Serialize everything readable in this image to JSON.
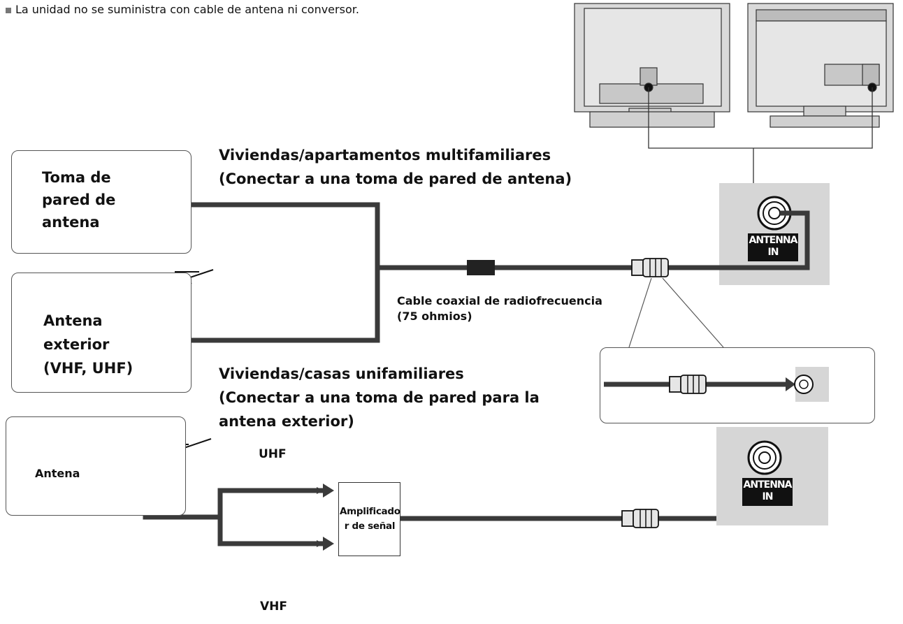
{
  "note": "La unidad no se suministra con cable de antena ni conversor.",
  "wall_socket": {
    "label_lines": [
      "Toma de",
      "pared de",
      "antena"
    ]
  },
  "outdoor_antenna": {
    "label_lines": [
      "Antena",
      "exterior",
      "(VHF, UHF)"
    ]
  },
  "multifamily": {
    "lines": [
      "Viviendas/apartamentos multifamiliares",
      "(Conectar a una toma de pared de antena)"
    ]
  },
  "singlefamily": {
    "lines": [
      "Viviendas/casas unifamiliares",
      "(Conectar a una toma de pared para la",
      "antena exterior)"
    ]
  },
  "cable": {
    "lines": [
      "Cable coaxial de radiofrecuencia",
      "(75 ohmios)"
    ]
  },
  "port_top": {
    "lines": [
      "ANTENNA",
      "IN"
    ]
  },
  "port_bottom": {
    "lines": [
      "ANTENNA",
      "IN"
    ]
  },
  "bottom": {
    "antenna_label": "Antena",
    "uhf": "UHF",
    "vhf": "VHF",
    "amplifier_lines": [
      "Amplificado",
      "r de señal"
    ]
  },
  "colors": {
    "cable": "#3a3a3a",
    "panel": "#d6d6d6",
    "port_label_bg": "#111111"
  }
}
